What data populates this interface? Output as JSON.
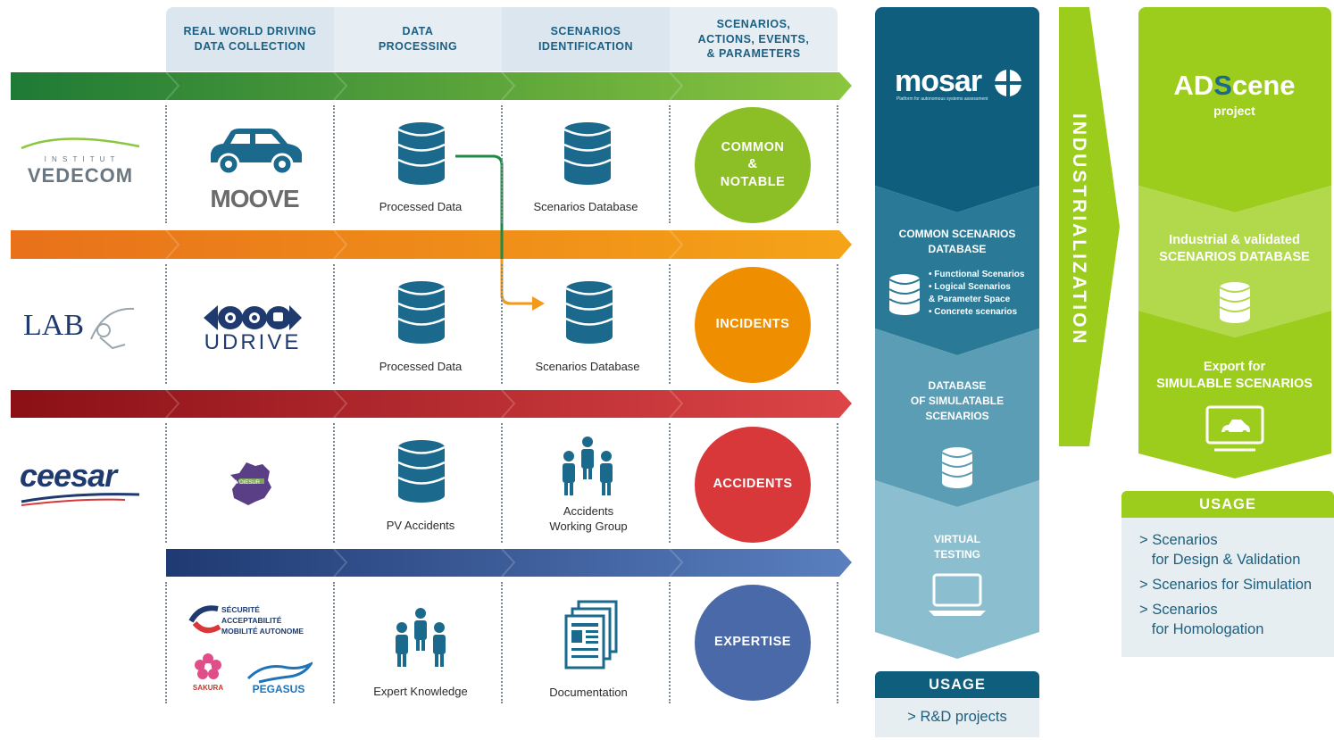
{
  "headers": [
    "REAL WORLD DRIVING\nDATA COLLECTION",
    "DATA\nPROCESSING",
    "SCENARIOS\nIDENTIFICATION",
    "SCENARIOS,\nACTIONS, EVENTS,\n& PARAMETERS"
  ],
  "rows": [
    {
      "partner": "VEDECOM",
      "partner_top": "I N S T I T U T",
      "collection": "MOOVE",
      "processing": "Processed Data",
      "identification": "Scenarios Database",
      "category": "COMMON\n&\nNOTABLE",
      "color": "#8cbf26"
    },
    {
      "partner": "LAB",
      "collection": "UDRIVE",
      "processing": "Processed Data",
      "identification": "Scenarios Database",
      "category": "INCIDENTS",
      "color": "#ef8f00"
    },
    {
      "partner": "ceesar",
      "collection": "VOIESUR",
      "processing": "PV Accidents",
      "identification": "Accidents\nWorking Group",
      "category": "ACCIDENTS",
      "color": "#d9383a"
    },
    {
      "partner": "",
      "collection_lines": [
        "SÉCURITÉ",
        "ACCEPTABILITÉ",
        "MOBILITÉ AUTONOME"
      ],
      "collection_extra": [
        "SAKURA",
        "PEGASUS"
      ],
      "processing": "Expert Knowledge",
      "identification": "Documentation",
      "category": "EXPERTISE",
      "color": "#4a69a8"
    }
  ],
  "mosar": {
    "logo": "mosar",
    "tagline": "Platform for autonomous systems assessment",
    "common_db_title": "COMMON SCENARIOS\nDATABASE",
    "common_db_items": [
      "Functional Scenarios",
      "Logical Scenarios\n& Parameter Space",
      "Concrete scenarios"
    ],
    "simulable_db": "DATABASE\nOF SIMULATABLE\nSCENARIOS",
    "virtual_testing": "VIRTUAL\nTESTING",
    "usage_title": "USAGE",
    "usage_items": [
      "> R&D projects"
    ]
  },
  "industrialization": "INDUSTRIALIZATION",
  "adscene": {
    "title_a": "AD",
    "title_b": "S",
    "title_c": "cene",
    "subtitle": "project",
    "db_text": "Industrial & validated\nSCENARIOS DATABASE",
    "export_text": "Export for\nSIMULABLE SCENARIOS",
    "usage_title": "USAGE",
    "usage_items": [
      "> Scenarios\n   for Design & Validation",
      "> Scenarios for Simulation",
      "> Scenarios\n   for Homologation"
    ]
  },
  "colors": {
    "green_dark": "#1e7a35",
    "green_light": "#8cc63f",
    "orange_dark": "#e8711a",
    "orange_light": "#f5a418",
    "red_dark": "#8a1016",
    "red_light": "#dd4548",
    "blue_dark": "#1f3a73",
    "blue_light": "#5a7fbf",
    "mosar_dark": "#0f5e7e",
    "mosar_light": "#8bbfd0",
    "adscene": "#9ccc1c"
  }
}
